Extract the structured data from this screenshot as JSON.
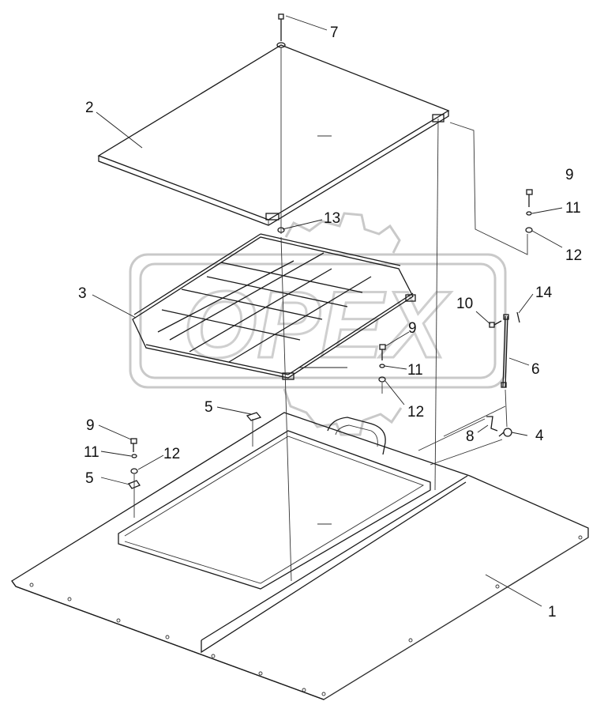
{
  "watermark": {
    "text": "OPEX",
    "color": "#c8c8c8"
  },
  "callouts": [
    {
      "id": "c1",
      "label": "1"
    },
    {
      "id": "c2",
      "label": "2"
    },
    {
      "id": "c3",
      "label": "3"
    },
    {
      "id": "c4",
      "label": "4"
    },
    {
      "id": "c5a",
      "label": "5"
    },
    {
      "id": "c5b",
      "label": "5"
    },
    {
      "id": "c6",
      "label": "6"
    },
    {
      "id": "c7",
      "label": "7"
    },
    {
      "id": "c8",
      "label": "8"
    },
    {
      "id": "c9a",
      "label": "9"
    },
    {
      "id": "c9b",
      "label": "9"
    },
    {
      "id": "c9c",
      "label": "9"
    },
    {
      "id": "c10",
      "label": "10"
    },
    {
      "id": "c11a",
      "label": "11"
    },
    {
      "id": "c11b",
      "label": "11"
    },
    {
      "id": "c11c",
      "label": "11"
    },
    {
      "id": "c12a",
      "label": "12"
    },
    {
      "id": "c12b",
      "label": "12"
    },
    {
      "id": "c12c",
      "label": "12"
    },
    {
      "id": "c13",
      "label": "13"
    },
    {
      "id": "c14",
      "label": "14"
    }
  ]
}
